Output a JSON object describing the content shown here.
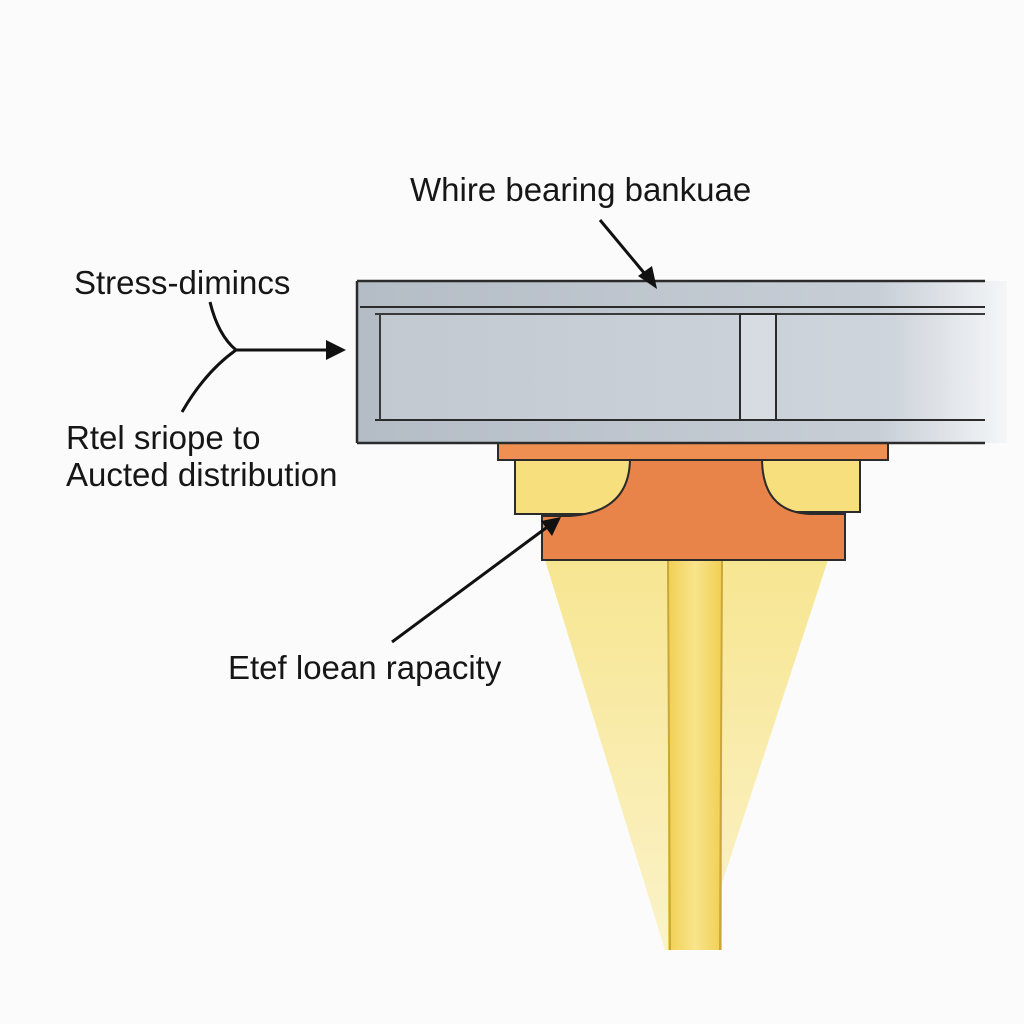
{
  "labels": {
    "beam_label": "Whire bearing bankuae",
    "stress_label": "Stress-dimincs",
    "distribution_line1": "Rtel sriope to",
    "distribution_line2": "Aucted distribution",
    "capacity_label": "Etef loean rapacity"
  },
  "colors": {
    "background": "#fbfbfb",
    "beam_steel": "#b9c0c8",
    "beam_web": "#c9d0d8",
    "outline": "#2b2b2b",
    "bearing_orange": "#e8834a",
    "bearing_yellow": "#f7df7e",
    "load_cone": "#f7e68f",
    "post_yellow": "#f5d55a"
  }
}
